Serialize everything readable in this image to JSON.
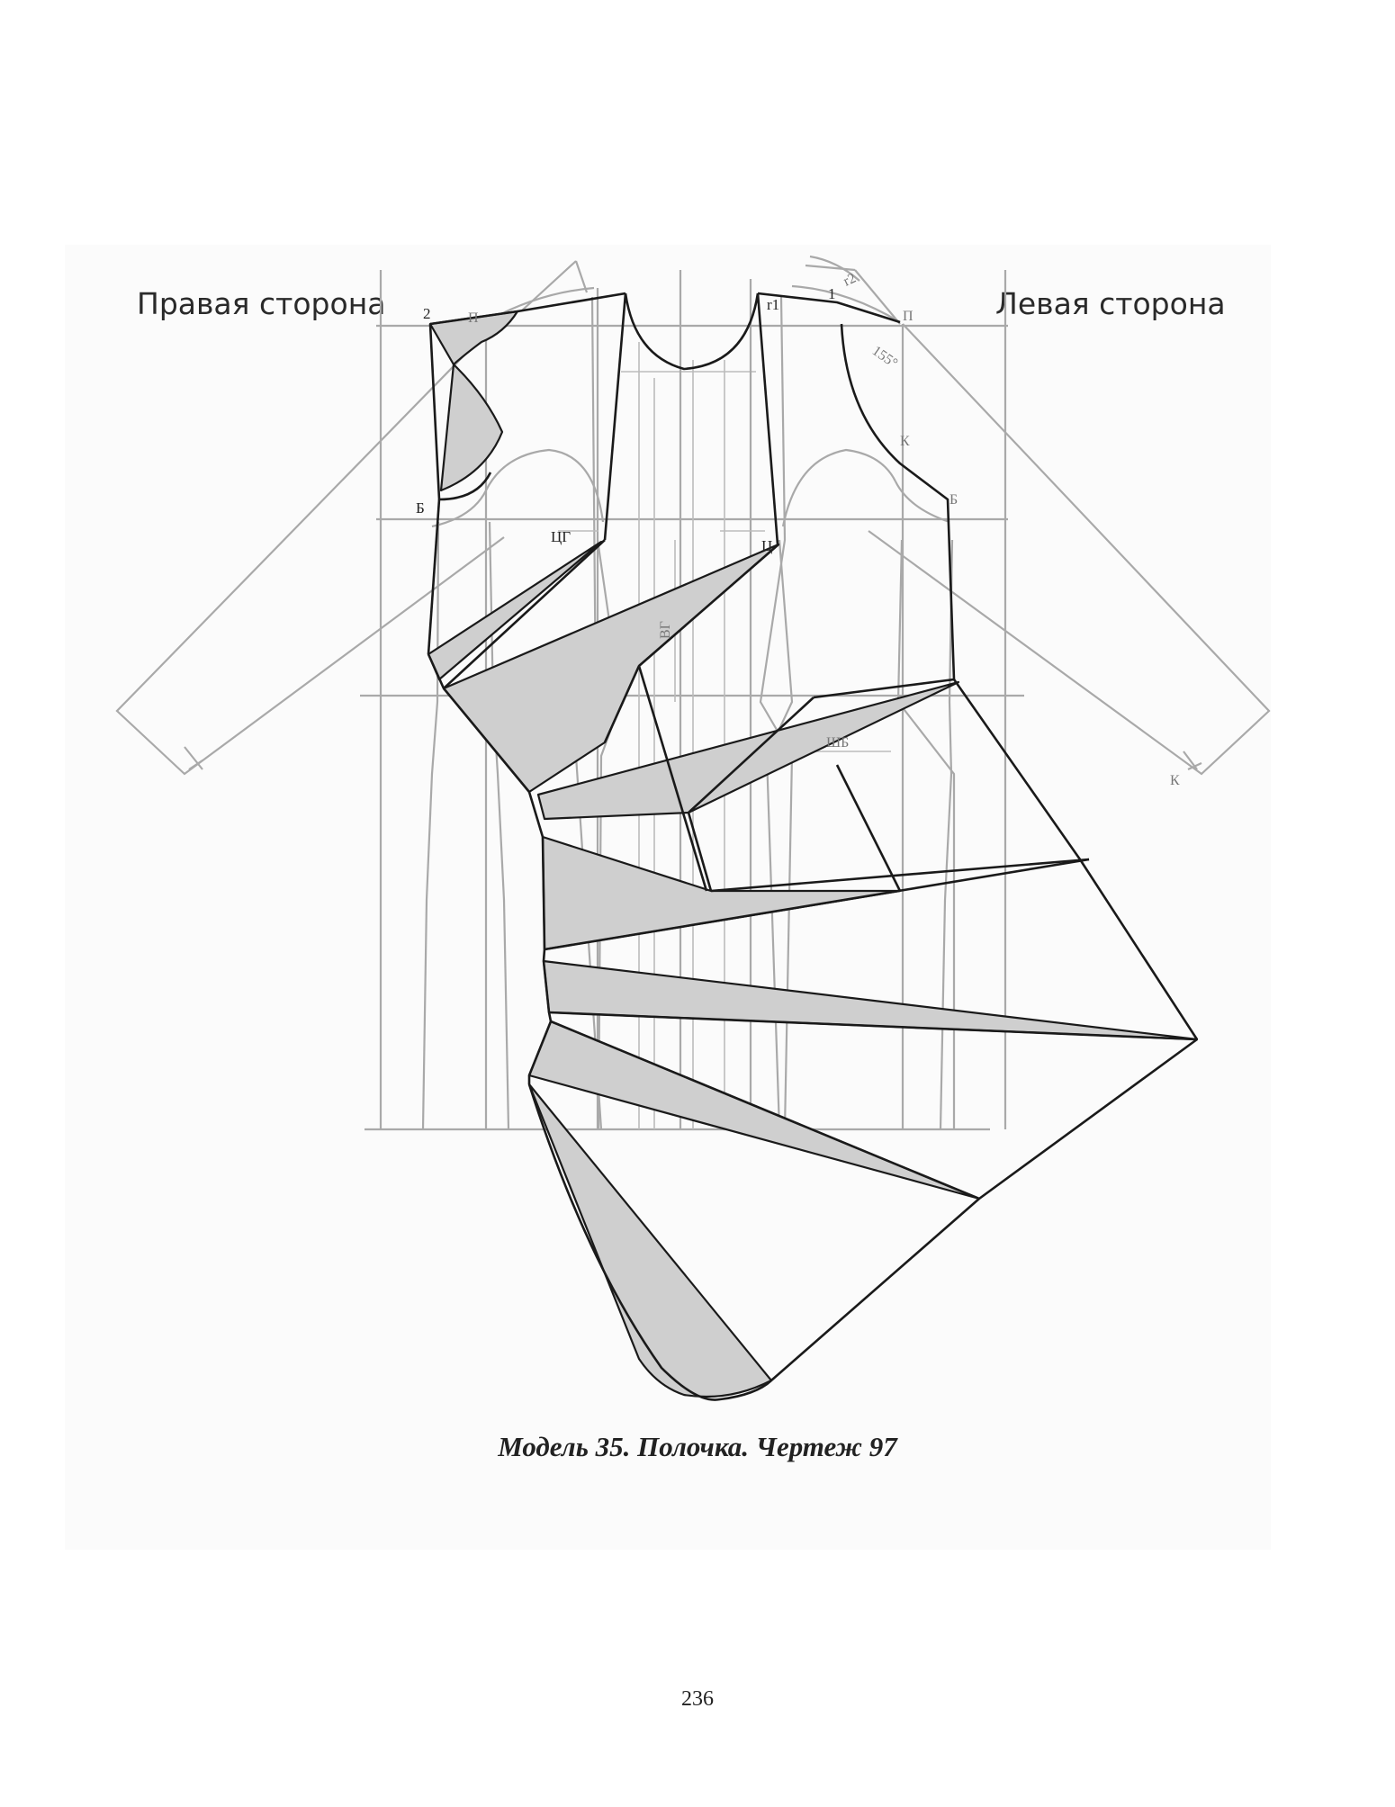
{
  "labels": {
    "right_side": "Правая сторона",
    "left_side": "Левая сторона"
  },
  "points": {
    "p2": "2",
    "p_left": "П",
    "b_left": "Б",
    "cg": "ЦГ",
    "r1": "r1",
    "p1": "1",
    "r2": "r2",
    "p_right": "П",
    "angle": "155°",
    "k_top": "К",
    "b_right": "Б",
    "c_right": "Ц",
    "vg": "ВГ",
    "shb": "ШБ",
    "k_sleeve": "К"
  },
  "caption": "Модель 35. Полочка. Чертеж 97",
  "page_number": "236",
  "colors": {
    "construction_lines": "#a9a9a9",
    "contour_lines": "#1a1a1a",
    "shaded_fill": "#cfcfcf"
  }
}
